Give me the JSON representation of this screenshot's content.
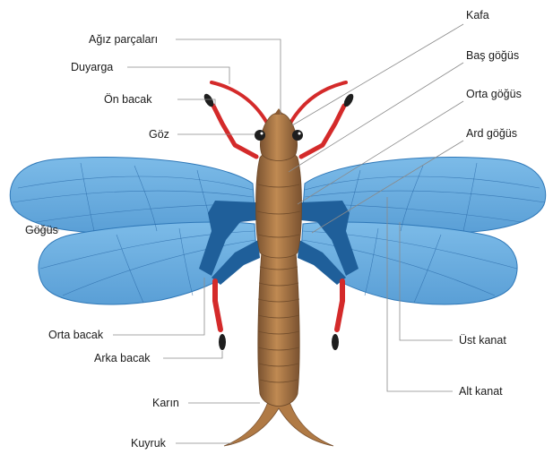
{
  "labels": {
    "kafa": "Kafa",
    "agiz": "Ağız parçaları",
    "duyarga": "Duyarga",
    "bas_gogus": "Baş göğüs",
    "on_bacak": "Ön bacak",
    "orta_gogus": "Orta göğüs",
    "goz": "Göz",
    "ard_gogus": "Ard göğüs",
    "gogus": "Göğüs",
    "ust_kanat": "Üst kanat",
    "orta_bacak": "Orta bacak",
    "arka_bacak": "Arka bacak",
    "alt_kanat": "Alt kanat",
    "karin": "Karın",
    "kuyruk": "Kuyruk"
  },
  "colors": {
    "wing_fill": "#6aaee0",
    "wing_edge": "#2f78b8",
    "wing_dark": "#1f5f9a",
    "body": "#b07a45",
    "body_dark": "#7a5230",
    "leg_red": "#d42a2a",
    "leg_dark": "#1e1e1e"
  }
}
